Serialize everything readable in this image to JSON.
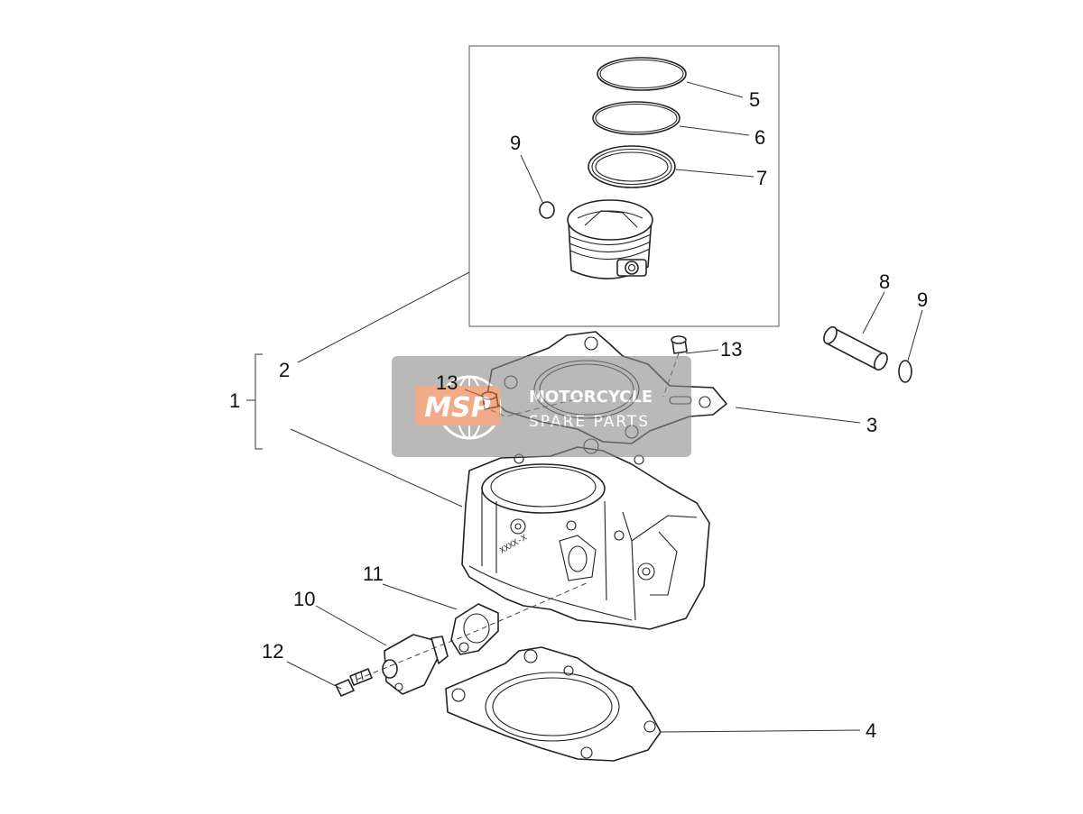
{
  "diagram": {
    "callouts": [
      {
        "id": "c1",
        "label": "1"
      },
      {
        "id": "c2",
        "label": "2"
      },
      {
        "id": "c3",
        "label": "3"
      },
      {
        "id": "c4",
        "label": "4"
      },
      {
        "id": "c5",
        "label": "5"
      },
      {
        "id": "c6",
        "label": "6"
      },
      {
        "id": "c7",
        "label": "7"
      },
      {
        "id": "c8",
        "label": "8"
      },
      {
        "id": "c9a",
        "label": "9"
      },
      {
        "id": "c9b",
        "label": "9"
      },
      {
        "id": "c10",
        "label": "10"
      },
      {
        "id": "c11",
        "label": "11"
      },
      {
        "id": "c12",
        "label": "12"
      },
      {
        "id": "c13a",
        "label": "13"
      },
      {
        "id": "c13b",
        "label": "13"
      }
    ],
    "cylinder_stamp": "XXXX-X",
    "watermark": {
      "logo": "MSP",
      "line1": "MOTORCYCLE",
      "line2": "SPARE PARTS",
      "badge_color": "#e8743b",
      "panel_color": "#8c8c8c"
    }
  }
}
